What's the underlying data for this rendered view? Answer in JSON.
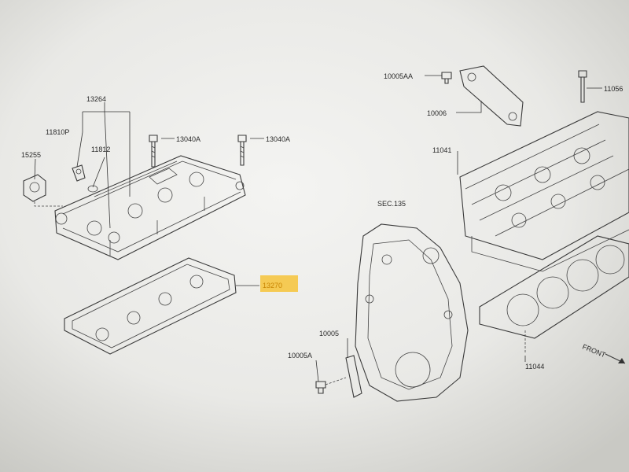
{
  "diagram": {
    "labels": {
      "p13264": "13264",
      "p11810p": "11810P",
      "p11812": "11812",
      "p15255": "15255",
      "p13040a_1": "13040A",
      "p13040a_2": "13040A",
      "p13270": "13270",
      "p10005aa": "10005AA",
      "p10006": "10006",
      "p11056": "11056",
      "p11041": "11041",
      "sec135": "SEC.135",
      "p10005": "10005",
      "p10005a": "10005A",
      "p11044": "11044",
      "front": "FRONT"
    },
    "highlight_color": "#f5c542"
  }
}
